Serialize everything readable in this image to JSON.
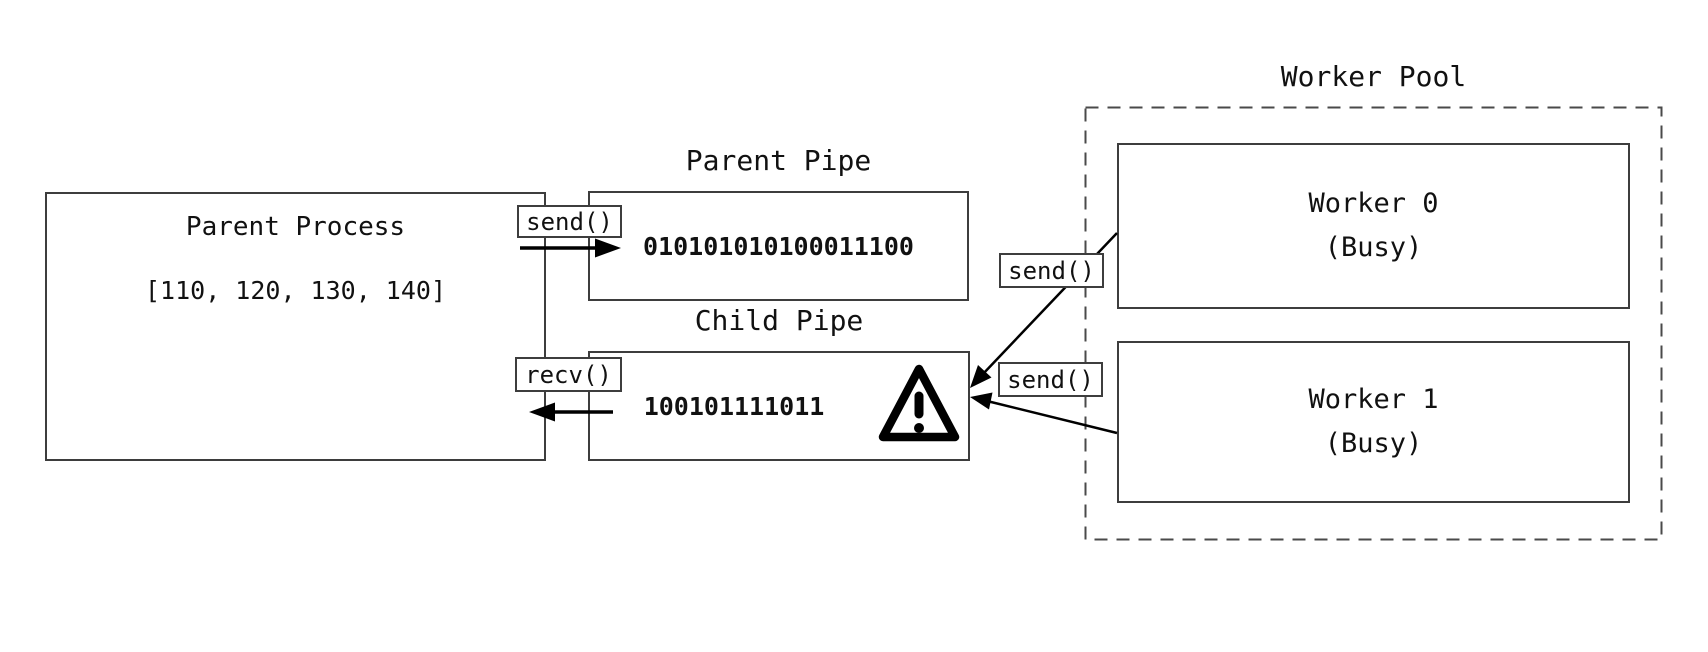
{
  "parent_process": {
    "title": "Parent Process",
    "data": "[110, 120, 130, 140]"
  },
  "parent_pipe": {
    "title": "Parent Pipe",
    "data": "010101010100011100"
  },
  "child_pipe": {
    "title": "Child Pipe",
    "data": "100101111011"
  },
  "labels": {
    "send_parent": "send()",
    "recv_parent": "recv()",
    "send_worker0": "send()",
    "send_worker1": "send()"
  },
  "worker_pool": {
    "title": "Worker Pool",
    "workers": [
      {
        "name": "Worker 0",
        "status": "(Busy)"
      },
      {
        "name": "Worker 1",
        "status": "(Busy)"
      }
    ]
  },
  "icons": {
    "warning": "warning-triangle-icon"
  },
  "colors": {
    "stroke": "#000000",
    "box_border": "#3d3d3d",
    "background": "#ffffff"
  }
}
